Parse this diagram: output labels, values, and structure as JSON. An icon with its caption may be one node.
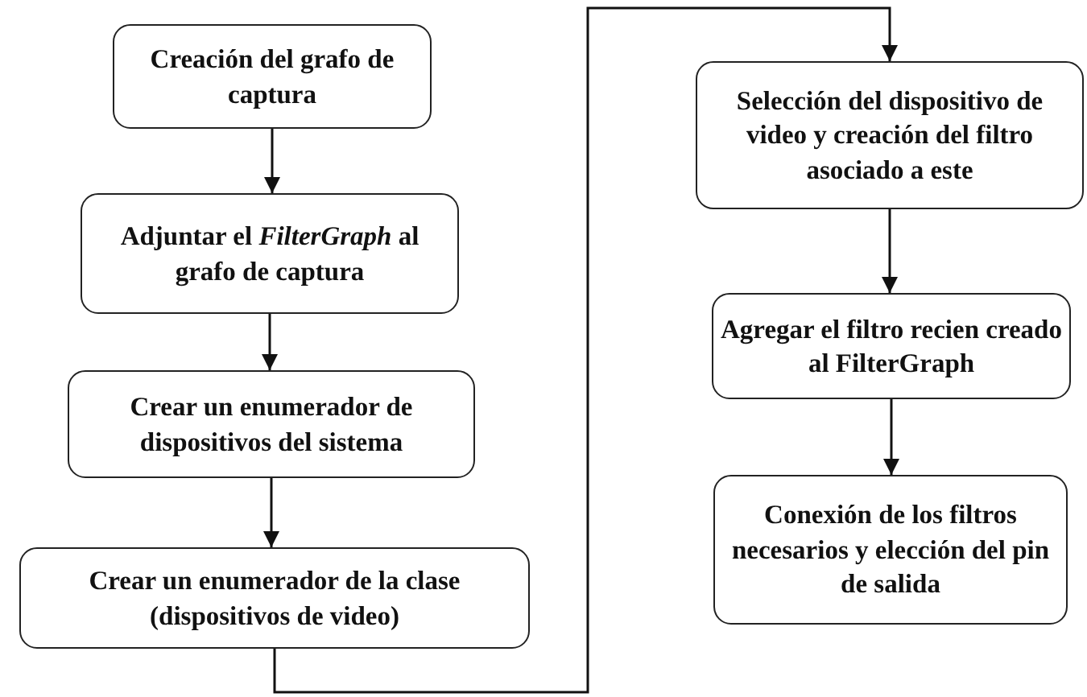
{
  "diagram": {
    "nodes": [
      {
        "text": [
          "Creación del grafo de captura"
        ]
      },
      {
        "text": [
          "Adjuntar el *FilterGraph* al grafo de captura"
        ]
      },
      {
        "text": [
          "Crear un enumerador de dispositivos del sistema"
        ]
      },
      {
        "text": [
          "Crear un enumerador de la clase (dispositivos de video)"
        ]
      },
      {
        "text": [
          "Selección del dispositivo de video y creación del filtro asociado a este"
        ]
      },
      {
        "text": [
          "Agregar el filtro recien creado al FilterGraph"
        ]
      },
      {
        "text": [
          "Conexión de los filtros necesarios y elección del pin de salida"
        ]
      }
    ],
    "edges": [
      {
        "from": 0,
        "to": 1,
        "arrow": "to"
      },
      {
        "from": 1,
        "to": 2,
        "arrow": "to"
      },
      {
        "from": 2,
        "to": 3,
        "arrow": "to"
      },
      {
        "from": 3,
        "to": 4,
        "arrow": "to"
      },
      {
        "from": 4,
        "to": 5,
        "arrow": "to"
      },
      {
        "from": 5,
        "to": 6,
        "arrow": "to"
      }
    ]
  }
}
